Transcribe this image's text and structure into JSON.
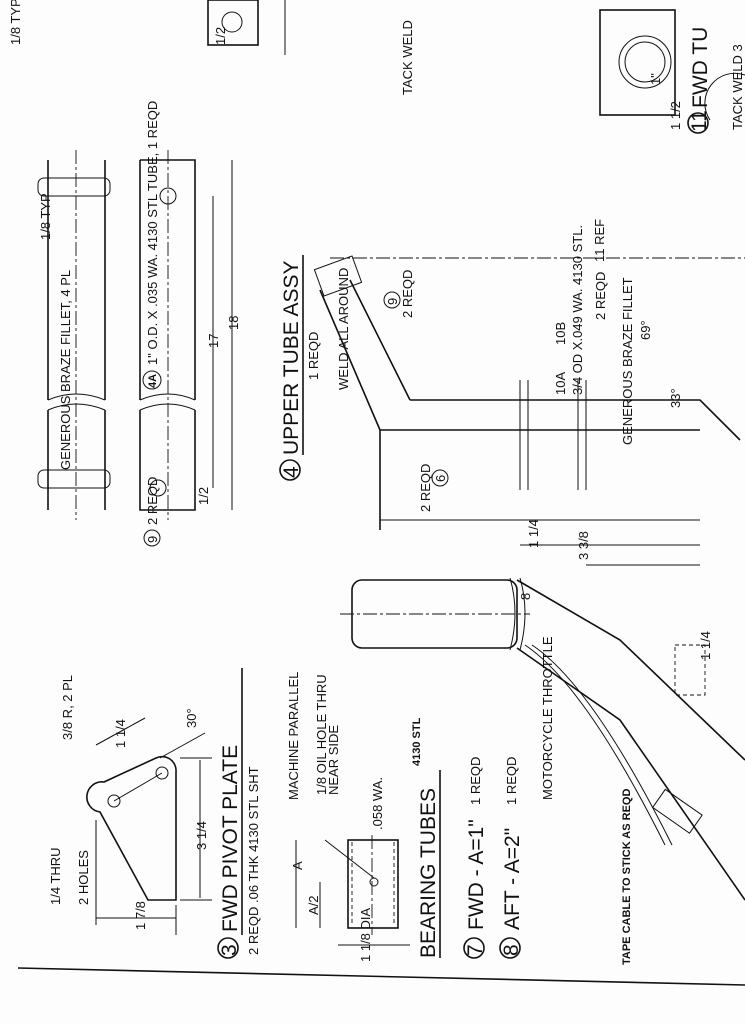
{
  "drawing": {
    "pivot_plate": {
      "number": "3",
      "title": "FWD PIVOT PLATE",
      "subtitle": "2 REQD .06 THK 4130 STL SHT",
      "dims": [
        "1/4 THRU",
        "2 HOLES",
        "3/8 R, 2 PL",
        "1 1/4",
        "30°",
        "3 1/4",
        "1 7/8"
      ]
    },
    "bearing_tubes": {
      "title": "BEARING TUBES",
      "material": "4130 STL",
      "notes": [
        "MACHINE PARALLEL",
        "1/8 OIL HOLE THRU",
        "NEAR SIDE",
        ".058 WA.",
        "A",
        "A/2",
        "1 1/8 DIA"
      ],
      "items": [
        {
          "number": "7",
          "label": "FWD - A=1\"",
          "qty": "1 REQD"
        },
        {
          "number": "8",
          "label": "AFT - A=2\"",
          "qty": "1 REQD"
        }
      ]
    },
    "upper_tube": {
      "number": "4",
      "title": "UPPER TUBE ASSY",
      "subtitle": "1 REQD",
      "part_4a": "4A",
      "tube_spec": "1\" O.D. X .035 WA. 4130 STL TUBE, 1 REQD",
      "braze_note": "GENEROUS BRAZE FILLET, 4 PL",
      "part_9": "9",
      "part_9_qty": "2 REQD",
      "dims": [
        "1/8 TYP",
        "17",
        "18",
        "1/2"
      ]
    },
    "assembly": {
      "weld_note": "WELD ALL AROUND",
      "part_9": "9",
      "part_9_qty": "2 REQD",
      "part_10a": "10A",
      "part_10b": "10B",
      "part_10_spec": "3/4 OD X.049 WA. 4130 STL.",
      "part_10_qty": "2 REQD",
      "braze_note": "GENEROUS BRAZE FILLET",
      "part_6": "6",
      "part_6_qty": "2 REQD",
      "dims": [
        "11 REF",
        "8",
        "1 1/4",
        "3 3/8",
        "33°",
        "69°"
      ]
    },
    "stick": {
      "throttle": "MOTORCYCLE THROTTLE",
      "tape_note": "TAPE CABLE TO STICK AS REQD",
      "dim": "1 1/4"
    },
    "fwd_tube": {
      "number": "11",
      "title": "FWD TU",
      "tack_weld": "TACK WELD",
      "tack_weld_3": "TACK WELD 3",
      "dims": [
        "1\"",
        "1 1/2",
        "1/2",
        "1/8 TYP"
      ]
    }
  }
}
